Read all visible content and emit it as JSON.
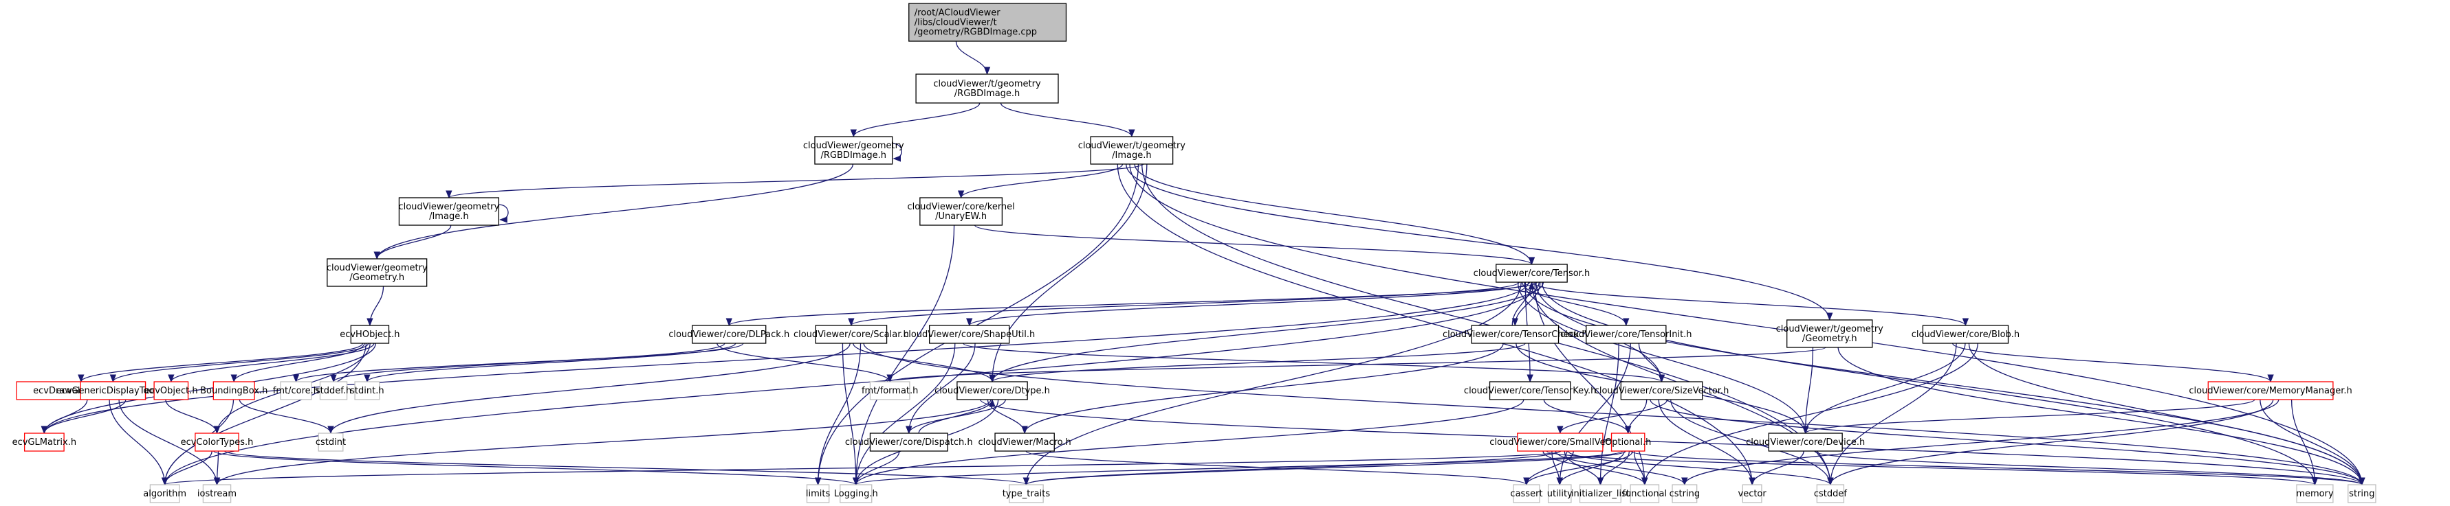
{
  "title": "Include dependency graph for RGBDImage.cpp",
  "colors": {
    "edge": "#191970",
    "root_fill": "#bfbfbf",
    "normal_border": "#000000",
    "incomplete_border": "#ff0000",
    "external_border": "#bfbfbf"
  },
  "nodes": [
    {
      "id": "root",
      "kind": "root",
      "lines": [
        "/root/ACloudViewer",
        "/libs/cloudViewer/t",
        "/geometry/RGBDImage.cpp"
      ]
    },
    {
      "id": "t_rgbd",
      "kind": "normal",
      "lines": [
        "cloudViewer/t/geometry",
        "/RGBDImage.h"
      ]
    },
    {
      "id": "g_rgbd",
      "kind": "normal",
      "lines": [
        "cloudViewer/geometry",
        "/RGBDImage.h"
      ]
    },
    {
      "id": "t_image",
      "kind": "normal",
      "lines": [
        "cloudViewer/t/geometry",
        "/Image.h"
      ]
    },
    {
      "id": "g_image",
      "kind": "normal",
      "lines": [
        "cloudViewer/geometry",
        "/Image.h"
      ]
    },
    {
      "id": "unaryew",
      "kind": "normal",
      "lines": [
        "cloudViewer/core/kernel",
        "/UnaryEW.h"
      ]
    },
    {
      "id": "g_geometry",
      "kind": "normal",
      "lines": [
        "cloudViewer/geometry",
        "/Geometry.h"
      ]
    },
    {
      "id": "tensor",
      "kind": "normal",
      "lines": [
        "cloudViewer/core/Tensor.h"
      ]
    },
    {
      "id": "hobject",
      "kind": "normal",
      "lines": [
        "ecvHObject.h"
      ]
    },
    {
      "id": "dlpack",
      "kind": "normal",
      "lines": [
        "cloudViewer/core/DLPack.h"
      ]
    },
    {
      "id": "scalar",
      "kind": "normal",
      "lines": [
        "cloudViewer/core/Scalar.h"
      ]
    },
    {
      "id": "shapeutil",
      "kind": "normal",
      "lines": [
        "cloudViewer/core/ShapeUtil.h"
      ]
    },
    {
      "id": "tensorcheck",
      "kind": "normal",
      "lines": [
        "cloudViewer/core/TensorCheck.h"
      ]
    },
    {
      "id": "tensorinit",
      "kind": "normal",
      "lines": [
        "cloudViewer/core/TensorInit.h"
      ]
    },
    {
      "id": "t_geometry",
      "kind": "normal",
      "lines": [
        "cloudViewer/t/geometry",
        "/Geometry.h"
      ]
    },
    {
      "id": "blob",
      "kind": "normal",
      "lines": [
        "cloudViewer/core/Blob.h"
      ]
    },
    {
      "id": "drawable",
      "kind": "incomplete",
      "lines": [
        "ecvDrawableObject.h"
      ]
    },
    {
      "id": "gendisp",
      "kind": "incomplete",
      "lines": [
        "ecvGenericDisplayTools.h"
      ]
    },
    {
      "id": "ecvobject",
      "kind": "incomplete",
      "lines": [
        "ecvObject.h"
      ]
    },
    {
      "id": "bbox",
      "kind": "incomplete",
      "lines": [
        "BoundingBox.h"
      ]
    },
    {
      "id": "fmtcore",
      "kind": "external",
      "lines": [
        "fmt/core.h"
      ]
    },
    {
      "id": "stddef",
      "kind": "external",
      "lines": [
        "stddef.h"
      ]
    },
    {
      "id": "stdint",
      "kind": "external",
      "lines": [
        "stdint.h"
      ]
    },
    {
      "id": "fmtformat",
      "kind": "external",
      "lines": [
        "fmt/format.h"
      ]
    },
    {
      "id": "dtype",
      "kind": "normal",
      "lines": [
        "cloudViewer/core/Dtype.h"
      ]
    },
    {
      "id": "tensorkey",
      "kind": "normal",
      "lines": [
        "cloudViewer/core/TensorKey.h"
      ]
    },
    {
      "id": "sizevector",
      "kind": "normal",
      "lines": [
        "cloudViewer/core/SizeVector.h"
      ]
    },
    {
      "id": "memmgr",
      "kind": "incomplete",
      "lines": [
        "cloudViewer/core/MemoryManager.h"
      ]
    },
    {
      "id": "glmatrix",
      "kind": "incomplete",
      "lines": [
        "ecvGLMatrix.h"
      ]
    },
    {
      "id": "colortypes",
      "kind": "incomplete",
      "lines": [
        "ecvColorTypes.h"
      ]
    },
    {
      "id": "cstdint",
      "kind": "external",
      "lines": [
        "cstdint"
      ]
    },
    {
      "id": "dispatch",
      "kind": "normal",
      "lines": [
        "cloudViewer/core/Dispatch.h"
      ]
    },
    {
      "id": "macro",
      "kind": "normal",
      "lines": [
        "cloudViewer/Macro.h"
      ]
    },
    {
      "id": "smallvector",
      "kind": "incomplete",
      "lines": [
        "cloudViewer/core/SmallVector.h"
      ]
    },
    {
      "id": "optional",
      "kind": "incomplete",
      "lines": [
        "Optional.h"
      ]
    },
    {
      "id": "device",
      "kind": "normal",
      "lines": [
        "cloudViewer/core/Device.h"
      ]
    },
    {
      "id": "algorithm",
      "kind": "external",
      "lines": [
        "algorithm"
      ]
    },
    {
      "id": "iostream",
      "kind": "external",
      "lines": [
        "iostream"
      ]
    },
    {
      "id": "limits",
      "kind": "external",
      "lines": [
        "limits"
      ]
    },
    {
      "id": "logging",
      "kind": "external",
      "lines": [
        "Logging.h"
      ]
    },
    {
      "id": "typetraits",
      "kind": "external",
      "lines": [
        "type_traits"
      ]
    },
    {
      "id": "cassert",
      "kind": "external",
      "lines": [
        "cassert"
      ]
    },
    {
      "id": "utility",
      "kind": "external",
      "lines": [
        "utility"
      ]
    },
    {
      "id": "initlist",
      "kind": "external",
      "lines": [
        "initializer_list"
      ]
    },
    {
      "id": "functional",
      "kind": "external",
      "lines": [
        "functional"
      ]
    },
    {
      "id": "cstring",
      "kind": "external",
      "lines": [
        "cstring"
      ]
    },
    {
      "id": "vector",
      "kind": "external",
      "lines": [
        "vector"
      ]
    },
    {
      "id": "cstddef",
      "kind": "external",
      "lines": [
        "cstddef"
      ]
    },
    {
      "id": "memory",
      "kind": "external",
      "lines": [
        "memory"
      ]
    },
    {
      "id": "string",
      "kind": "external",
      "lines": [
        "string"
      ]
    }
  ],
  "edges": [
    [
      "root",
      "t_rgbd"
    ],
    [
      "t_rgbd",
      "g_rgbd"
    ],
    [
      "t_rgbd",
      "t_image"
    ],
    [
      "g_rgbd",
      "g_rgbd"
    ],
    [
      "g_rgbd",
      "g_geometry"
    ],
    [
      "t_image",
      "g_image"
    ],
    [
      "t_image",
      "unaryew"
    ],
    [
      "t_image",
      "tensor"
    ],
    [
      "t_image",
      "dtype"
    ],
    [
      "t_image",
      "t_geometry"
    ],
    [
      "t_image",
      "limits"
    ],
    [
      "t_image",
      "vector"
    ],
    [
      "t_image",
      "string"
    ],
    [
      "t_image",
      "cstddef"
    ],
    [
      "g_image",
      "g_image"
    ],
    [
      "g_image",
      "g_geometry"
    ],
    [
      "unaryew",
      "tensor"
    ],
    [
      "unaryew",
      "logging"
    ],
    [
      "g_geometry",
      "hobject"
    ],
    [
      "hobject",
      "drawable"
    ],
    [
      "hobject",
      "gendisp"
    ],
    [
      "hobject",
      "ecvobject"
    ],
    [
      "hobject",
      "bbox"
    ],
    [
      "hobject",
      "colortypes"
    ],
    [
      "hobject",
      "glmatrix"
    ],
    [
      "hobject",
      "algorithm"
    ],
    [
      "drawable",
      "glmatrix"
    ],
    [
      "gendisp",
      "glmatrix"
    ],
    [
      "gendisp",
      "algorithm"
    ],
    [
      "gendisp",
      "iostream"
    ],
    [
      "ecvobject",
      "colortypes"
    ],
    [
      "bbox",
      "algorithm"
    ],
    [
      "bbox",
      "cstdint"
    ],
    [
      "colortypes",
      "algorithm"
    ],
    [
      "colortypes",
      "iostream"
    ],
    [
      "colortypes",
      "typetraits"
    ],
    [
      "colortypes",
      "logging"
    ],
    [
      "tensor",
      "dlpack"
    ],
    [
      "tensor",
      "scalar"
    ],
    [
      "tensor",
      "shapeutil"
    ],
    [
      "tensor",
      "tensorcheck"
    ],
    [
      "tensor",
      "tensorinit"
    ],
    [
      "tensor",
      "blob"
    ],
    [
      "tensor",
      "dtype"
    ],
    [
      "tensor",
      "tensorkey"
    ],
    [
      "tensor",
      "sizevector"
    ],
    [
      "tensor",
      "device"
    ],
    [
      "tensor",
      "glmatrix"
    ],
    [
      "tensor",
      "algorithm"
    ],
    [
      "tensor",
      "typetraits"
    ],
    [
      "tensor",
      "cstddef"
    ],
    [
      "tensor",
      "memory"
    ],
    [
      "tensor",
      "string"
    ],
    [
      "tensor",
      "functional"
    ],
    [
      "dlpack",
      "fmtcore"
    ],
    [
      "dlpack",
      "stddef"
    ],
    [
      "dlpack",
      "stdint"
    ],
    [
      "dlpack",
      "fmtformat"
    ],
    [
      "scalar",
      "cstdint"
    ],
    [
      "scalar",
      "limits"
    ],
    [
      "scalar",
      "logging"
    ],
    [
      "scalar",
      "dtype"
    ],
    [
      "scalar",
      "string"
    ],
    [
      "shapeutil",
      "sizevector"
    ],
    [
      "shapeutil",
      "dispatch"
    ],
    [
      "shapeutil",
      "logging"
    ],
    [
      "tensorcheck",
      "tensor"
    ],
    [
      "tensorcheck",
      "dtype"
    ],
    [
      "tensorcheck",
      "macro"
    ],
    [
      "tensorcheck",
      "device"
    ],
    [
      "tensorinit",
      "sizevector"
    ],
    [
      "tensorinit",
      "initlist"
    ],
    [
      "tensorinit",
      "utility"
    ],
    [
      "t_geometry",
      "device"
    ],
    [
      "t_geometry",
      "fmtformat"
    ],
    [
      "t_geometry",
      "string"
    ],
    [
      "blob",
      "memmgr"
    ],
    [
      "blob",
      "device"
    ],
    [
      "blob",
      "functional"
    ],
    [
      "blob",
      "cstddef"
    ],
    [
      "blob",
      "string"
    ],
    [
      "dtype",
      "dispatch"
    ],
    [
      "dtype",
      "macro"
    ],
    [
      "dtype",
      "logging"
    ],
    [
      "dtype",
      "string"
    ],
    [
      "dtype",
      "iostream"
    ],
    [
      "dispatch",
      "dtype"
    ],
    [
      "dispatch",
      "logging"
    ],
    [
      "macro",
      "cassert"
    ],
    [
      "tensorkey",
      "optional"
    ],
    [
      "tensorkey",
      "logging"
    ],
    [
      "sizevector",
      "smallvector"
    ],
    [
      "sizevector",
      "optional"
    ],
    [
      "sizevector",
      "vector"
    ],
    [
      "sizevector",
      "cstddef"
    ],
    [
      "sizevector",
      "string"
    ],
    [
      "smallvector",
      "algorithm"
    ],
    [
      "smallvector",
      "cassert"
    ],
    [
      "smallvector",
      "utility"
    ],
    [
      "smallvector",
      "initlist"
    ],
    [
      "smallvector",
      "functional"
    ],
    [
      "smallvector",
      "cstring"
    ],
    [
      "smallvector",
      "cstddef"
    ],
    [
      "smallvector",
      "memory"
    ],
    [
      "smallvector",
      "typetraits"
    ],
    [
      "optional",
      "cassert"
    ],
    [
      "optional",
      "utility"
    ],
    [
      "optional",
      "initlist"
    ],
    [
      "optional",
      "functional"
    ],
    [
      "optional",
      "typetraits"
    ],
    [
      "optional",
      "string"
    ],
    [
      "optional",
      "logging"
    ],
    [
      "device",
      "vector"
    ],
    [
      "device",
      "string"
    ],
    [
      "memmgr",
      "device"
    ],
    [
      "memmgr",
      "cstddef"
    ],
    [
      "memmgr",
      "memory"
    ],
    [
      "memmgr",
      "string"
    ],
    [
      "memmgr",
      "cstring"
    ]
  ]
}
